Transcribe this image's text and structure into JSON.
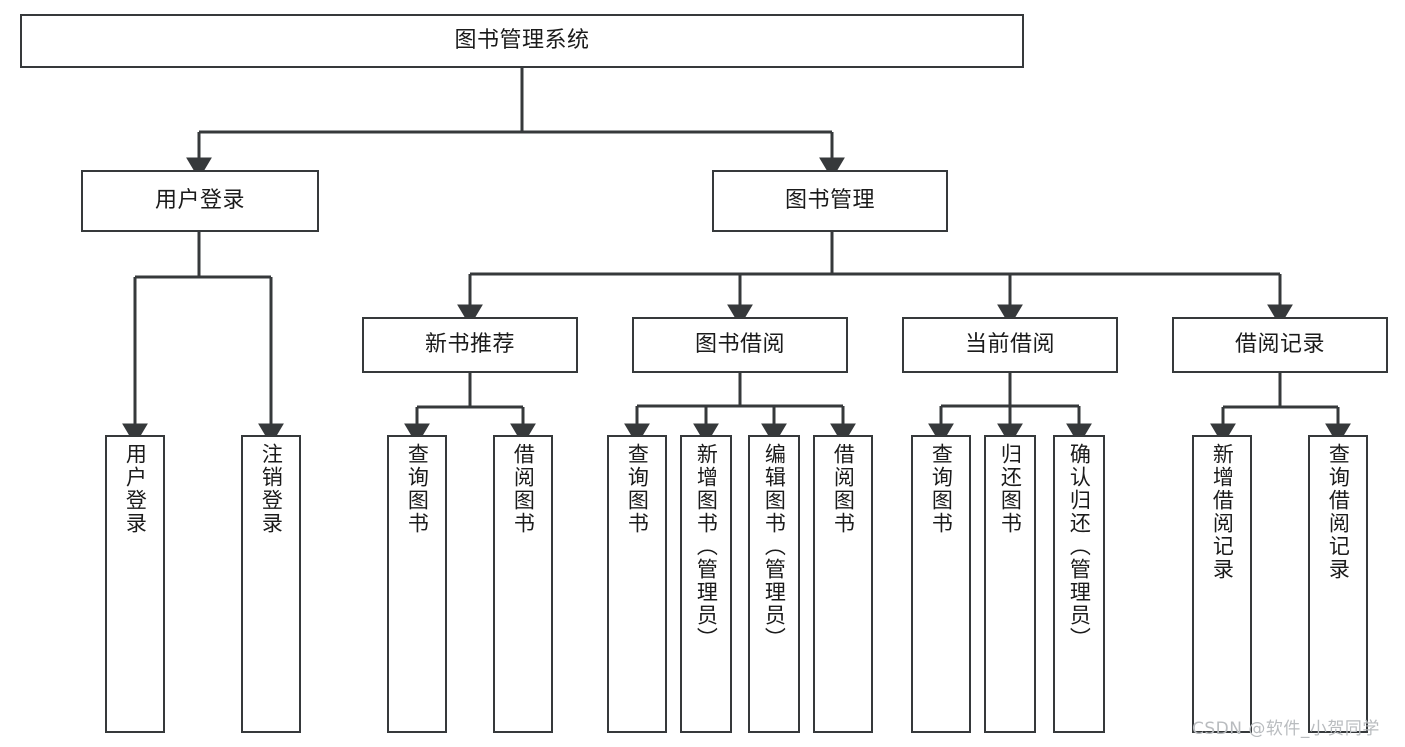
{
  "diagram": {
    "title": "图书管理系统",
    "stroke_color": "#36393b",
    "fill_color": "#ffffff",
    "text_color": "#1b1b1b",
    "watermark": "CSDN @软件_小贺同学",
    "root": {
      "label": "图书管理系统"
    },
    "level2": [
      {
        "label": "用户登录"
      },
      {
        "label": "图书管理"
      }
    ],
    "level3": [
      {
        "label": "新书推荐"
      },
      {
        "label": "图书借阅"
      },
      {
        "label": "当前借阅"
      },
      {
        "label": "借阅记录"
      }
    ],
    "leaves": [
      {
        "label": "用户登录",
        "parent": "用户登录"
      },
      {
        "label": "注销登录",
        "parent": "用户登录"
      },
      {
        "label": "查询图书",
        "parent": "新书推荐"
      },
      {
        "label": "借阅图书",
        "parent": "新书推荐"
      },
      {
        "label": "查询图书",
        "parent": "图书借阅"
      },
      {
        "label": "新增图书（管理员）",
        "parent": "图书借阅"
      },
      {
        "label": "编辑图书（管理员）",
        "parent": "图书借阅"
      },
      {
        "label": "借阅图书",
        "parent": "图书借阅"
      },
      {
        "label": "查询图书",
        "parent": "当前借阅"
      },
      {
        "label": "归还图书",
        "parent": "当前借阅"
      },
      {
        "label": "确认归还（管理员）",
        "parent": "当前借阅"
      },
      {
        "label": "新增借阅记录",
        "parent": "借阅记录"
      },
      {
        "label": "查询借阅记录",
        "parent": "借阅记录"
      }
    ]
  }
}
